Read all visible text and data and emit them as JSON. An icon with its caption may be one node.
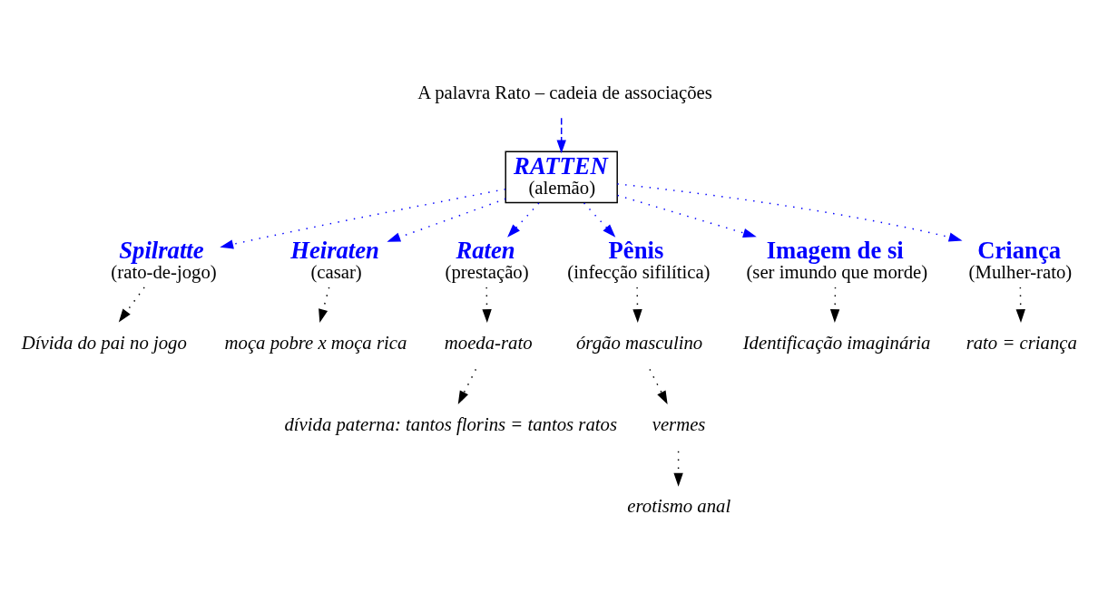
{
  "diagram": {
    "nodes": [
      {
        "text": [
          "A palavra Rato – cadeia de associações"
        ]
      },
      {
        "text": [
          "RATTEN",
          "(alemão)"
        ]
      },
      {
        "text": [
          "Spilratte",
          "(rato-de-jogo)"
        ]
      },
      {
        "text": [
          "Dívida do pai no jogo"
        ]
      },
      {
        "text": [
          "Heiraten",
          "(casar)"
        ]
      },
      {
        "text": [
          "moça pobre x moça rica"
        ]
      },
      {
        "text": [
          "Raten",
          "(prestação)"
        ]
      },
      {
        "text": [
          "moeda-rato"
        ]
      },
      {
        "text": [
          "dívida paterna: tantos florins = tantos ratos"
        ]
      },
      {
        "text": [
          "Pênis",
          "(infecção sifilítica)"
        ]
      },
      {
        "text": [
          "órgão masculino"
        ]
      },
      {
        "text": [
          "vermes"
        ]
      },
      {
        "text": [
          "erotismo anal"
        ]
      },
      {
        "text": [
          "Imagem de si",
          "(ser imundo que morde)"
        ]
      },
      {
        "text": [
          "Identificação imaginária"
        ]
      },
      {
        "text": [
          "Criança",
          "(Mulher-rato)"
        ]
      },
      {
        "text": [
          "rato = criança"
        ]
      }
    ],
    "edges": [
      {
        "from": 0,
        "to": 1,
        "arrow": "to",
        "style": "dashed",
        "color": "#0000ff"
      },
      {
        "from": 1,
        "to": 2,
        "arrow": "to",
        "color": "#0000ff"
      },
      {
        "from": 1,
        "to": 4,
        "arrow": "to",
        "color": "#0000ff"
      },
      {
        "from": 1,
        "to": 6,
        "arrow": "to",
        "color": "#0000ff"
      },
      {
        "from": 1,
        "to": 9,
        "arrow": "to",
        "color": "#0000ff"
      },
      {
        "from": 1,
        "to": 13,
        "arrow": "to",
        "color": "#0000ff"
      },
      {
        "from": 1,
        "to": 15,
        "arrow": "to",
        "color": "#0000ff"
      },
      {
        "from": 2,
        "to": 3,
        "arrow": "to"
      },
      {
        "from": 4,
        "to": 5,
        "arrow": "to"
      },
      {
        "from": 6,
        "to": 7,
        "arrow": "to"
      },
      {
        "from": 7,
        "to": 8,
        "arrow": "to"
      },
      {
        "from": 9,
        "to": 10,
        "arrow": "to"
      },
      {
        "from": 10,
        "to": 11,
        "arrow": "to"
      },
      {
        "from": 11,
        "to": 12,
        "arrow": "to"
      },
      {
        "from": 13,
        "to": 14,
        "arrow": "to"
      },
      {
        "from": 15,
        "to": 16,
        "arrow": "to"
      }
    ]
  }
}
